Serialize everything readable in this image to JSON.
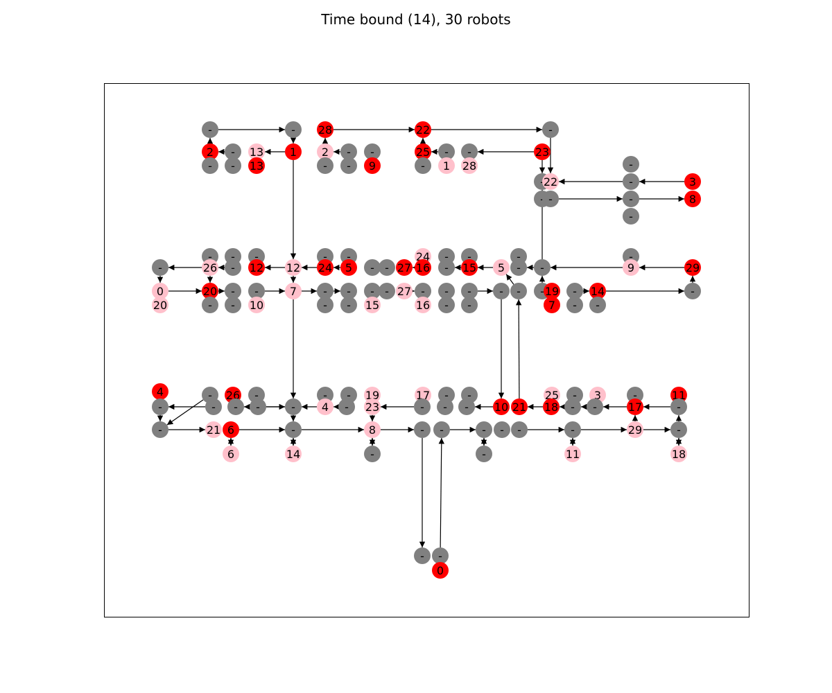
{
  "title": "Time bound (14), 30 robots",
  "colors": {
    "empty": "#808080",
    "robot_current": "#ff0000",
    "robot_goal": "#ffc0cb",
    "edge": "#000000",
    "frame": "#000000"
  },
  "legend_note": "",
  "nodes": {
    "a1": {
      "label": "-",
      "kind": "empty"
    },
    "a2": {
      "label": "-",
      "kind": "empty"
    },
    "a3": {
      "label": "28",
      "kind": "robot_current"
    },
    "a4": {
      "label": "22",
      "kind": "robot_current"
    },
    "a5": {
      "label": "-",
      "kind": "empty"
    },
    "b1": {
      "label": "2",
      "kind": "robot_current"
    },
    "b2": {
      "label": "-",
      "kind": "empty"
    },
    "b3": {
      "label": "13",
      "kind": "robot_goal"
    },
    "b4": {
      "label": "1",
      "kind": "robot_current"
    },
    "b5": {
      "label": "2",
      "kind": "robot_goal"
    },
    "b6": {
      "label": "-",
      "kind": "empty"
    },
    "b7": {
      "label": "-",
      "kind": "empty"
    },
    "b8": {
      "label": "25",
      "kind": "robot_current"
    },
    "b9": {
      "label": "-",
      "kind": "empty"
    },
    "b10": {
      "label": "-",
      "kind": "empty"
    },
    "b11": {
      "label": "23",
      "kind": "robot_current"
    },
    "c1": {
      "label": "-",
      "kind": "empty"
    },
    "c2": {
      "label": "-",
      "kind": "empty"
    },
    "c3": {
      "label": "13",
      "kind": "robot_current"
    },
    "c4": {
      "label": "-",
      "kind": "empty"
    },
    "c5": {
      "label": "-",
      "kind": "empty"
    },
    "c6": {
      "label": "9",
      "kind": "robot_current"
    },
    "c7": {
      "label": "-",
      "kind": "empty"
    },
    "c8": {
      "label": "1",
      "kind": "robot_goal"
    },
    "c9": {
      "label": "28",
      "kind": "robot_goal"
    },
    "d1": {
      "label": "-",
      "kind": "empty"
    },
    "d2": {
      "label": "-",
      "kind": "empty"
    },
    "d3": {
      "label": "22",
      "kind": "robot_goal"
    },
    "d4": {
      "label": "-",
      "kind": "empty"
    },
    "d5": {
      "label": "3",
      "kind": "robot_current"
    },
    "d6": {
      "label": "-",
      "kind": "empty"
    },
    "d7": {
      "label": "-",
      "kind": "empty"
    },
    "d8": {
      "label": "-",
      "kind": "empty"
    },
    "d9": {
      "label": "8",
      "kind": "robot_current"
    },
    "d10": {
      "label": "-",
      "kind": "empty"
    },
    "e1": {
      "label": "-",
      "kind": "empty"
    },
    "e2": {
      "label": "-",
      "kind": "empty"
    },
    "e3": {
      "label": "-",
      "kind": "empty"
    },
    "e4": {
      "label": "-",
      "kind": "empty"
    },
    "e5": {
      "label": "-",
      "kind": "empty"
    },
    "e6": {
      "label": "24",
      "kind": "robot_goal"
    },
    "e7": {
      "label": "-",
      "kind": "empty"
    },
    "e8": {
      "label": "-",
      "kind": "empty"
    },
    "e9": {
      "label": "-",
      "kind": "empty"
    },
    "e10": {
      "label": "-",
      "kind": "empty"
    },
    "f1": {
      "label": "-",
      "kind": "empty"
    },
    "f2": {
      "label": "26",
      "kind": "robot_goal"
    },
    "f3": {
      "label": "-",
      "kind": "empty"
    },
    "f4": {
      "label": "12",
      "kind": "robot_current"
    },
    "f5": {
      "label": "12",
      "kind": "robot_goal"
    },
    "f6": {
      "label": "24",
      "kind": "robot_current"
    },
    "f7": {
      "label": "5",
      "kind": "robot_current"
    },
    "f8": {
      "label": "-",
      "kind": "empty"
    },
    "f9": {
      "label": "-",
      "kind": "empty"
    },
    "f10": {
      "label": "27",
      "kind": "robot_current"
    },
    "f11": {
      "label": "16",
      "kind": "robot_current"
    },
    "f12": {
      "label": "-",
      "kind": "empty"
    },
    "f13": {
      "label": "15",
      "kind": "robot_current"
    },
    "f14": {
      "label": "5",
      "kind": "robot_goal"
    },
    "f15": {
      "label": "-",
      "kind": "empty"
    },
    "f16": {
      "label": "-",
      "kind": "empty"
    },
    "f17": {
      "label": "9",
      "kind": "robot_goal"
    },
    "f18": {
      "label": "29",
      "kind": "robot_current"
    },
    "g1": {
      "label": "0",
      "kind": "robot_goal"
    },
    "g2": {
      "label": "20",
      "kind": "robot_current"
    },
    "g3": {
      "label": "-",
      "kind": "empty"
    },
    "g4": {
      "label": "-",
      "kind": "empty"
    },
    "g5": {
      "label": "7",
      "kind": "robot_goal"
    },
    "g6": {
      "label": "-",
      "kind": "empty"
    },
    "g7": {
      "label": "-",
      "kind": "empty"
    },
    "g8": {
      "label": "-",
      "kind": "empty"
    },
    "g9": {
      "label": "-",
      "kind": "empty"
    },
    "g10": {
      "label": "27",
      "kind": "robot_goal"
    },
    "g11": {
      "label": "-",
      "kind": "empty"
    },
    "g12": {
      "label": "-",
      "kind": "empty"
    },
    "g13": {
      "label": "-",
      "kind": "empty"
    },
    "g14": {
      "label": "-",
      "kind": "empty"
    },
    "g15": {
      "label": "-",
      "kind": "empty"
    },
    "g16": {
      "label": "-",
      "kind": "empty"
    },
    "g17": {
      "label": "19",
      "kind": "robot_current"
    },
    "g18": {
      "label": "-",
      "kind": "empty"
    },
    "g19": {
      "label": "14",
      "kind": "robot_current"
    },
    "g20": {
      "label": "-",
      "kind": "empty"
    },
    "h1": {
      "label": "20",
      "kind": "robot_goal"
    },
    "h2": {
      "label": "-",
      "kind": "empty"
    },
    "h3": {
      "label": "-",
      "kind": "empty"
    },
    "h4": {
      "label": "10",
      "kind": "robot_goal"
    },
    "h5": {
      "label": "-",
      "kind": "empty"
    },
    "h6": {
      "label": "-",
      "kind": "empty"
    },
    "h7": {
      "label": "15",
      "kind": "robot_goal"
    },
    "h8": {
      "label": "16",
      "kind": "robot_goal"
    },
    "h9": {
      "label": "-",
      "kind": "empty"
    },
    "h10": {
      "label": "-",
      "kind": "empty"
    },
    "h11": {
      "label": "7",
      "kind": "robot_current"
    },
    "h12": {
      "label": "-",
      "kind": "empty"
    },
    "h13": {
      "label": "-",
      "kind": "empty"
    },
    "i1": {
      "label": "4",
      "kind": "robot_current"
    },
    "i2": {
      "label": "-",
      "kind": "empty"
    },
    "i3": {
      "label": "26",
      "kind": "robot_current"
    },
    "i4": {
      "label": "-",
      "kind": "empty"
    },
    "i5": {
      "label": "-",
      "kind": "empty"
    },
    "i6": {
      "label": "-",
      "kind": "empty"
    },
    "i7": {
      "label": "19",
      "kind": "robot_goal"
    },
    "i8": {
      "label": "17",
      "kind": "robot_goal"
    },
    "i9": {
      "label": "-",
      "kind": "empty"
    },
    "i10": {
      "label": "-",
      "kind": "empty"
    },
    "i11": {
      "label": "25",
      "kind": "robot_goal"
    },
    "i12": {
      "label": "-",
      "kind": "empty"
    },
    "i13": {
      "label": "3",
      "kind": "robot_goal"
    },
    "i14": {
      "label": "-",
      "kind": "empty"
    },
    "i15": {
      "label": "11",
      "kind": "robot_current"
    },
    "j1": {
      "label": "-",
      "kind": "empty"
    },
    "j2": {
      "label": "-",
      "kind": "empty"
    },
    "j3": {
      "label": "-",
      "kind": "empty"
    },
    "j4": {
      "label": "-",
      "kind": "empty"
    },
    "j5": {
      "label": "-",
      "kind": "empty"
    },
    "j6": {
      "label": "4",
      "kind": "robot_goal"
    },
    "j7": {
      "label": "-",
      "kind": "empty"
    },
    "j8": {
      "label": "23",
      "kind": "robot_goal"
    },
    "j9": {
      "label": "-",
      "kind": "empty"
    },
    "j10": {
      "label": "-",
      "kind": "empty"
    },
    "j11": {
      "label": "-",
      "kind": "empty"
    },
    "j12": {
      "label": "10",
      "kind": "robot_current"
    },
    "j13": {
      "label": "21",
      "kind": "robot_current"
    },
    "j14": {
      "label": "18",
      "kind": "robot_current"
    },
    "j15": {
      "label": "-",
      "kind": "empty"
    },
    "j16": {
      "label": "-",
      "kind": "empty"
    },
    "j17": {
      "label": "17",
      "kind": "robot_current"
    },
    "j18": {
      "label": "-",
      "kind": "empty"
    },
    "k1": {
      "label": "-",
      "kind": "empty"
    },
    "k2": {
      "label": "21",
      "kind": "robot_goal"
    },
    "k3": {
      "label": "6",
      "kind": "robot_current"
    },
    "k4": {
      "label": "-",
      "kind": "empty"
    },
    "k5": {
      "label": "8",
      "kind": "robot_goal"
    },
    "k6": {
      "label": "-",
      "kind": "empty"
    },
    "k7": {
      "label": "-",
      "kind": "empty"
    },
    "k8": {
      "label": "-",
      "kind": "empty"
    },
    "k9": {
      "label": "-",
      "kind": "empty"
    },
    "k10": {
      "label": "-",
      "kind": "empty"
    },
    "k11": {
      "label": "-",
      "kind": "empty"
    },
    "k12": {
      "label": "29",
      "kind": "robot_goal"
    },
    "k13": {
      "label": "-",
      "kind": "empty"
    },
    "l1": {
      "label": "6",
      "kind": "robot_goal"
    },
    "l2": {
      "label": "14",
      "kind": "robot_goal"
    },
    "l3": {
      "label": "-",
      "kind": "empty"
    },
    "l4": {
      "label": "-",
      "kind": "empty"
    },
    "l5": {
      "label": "11",
      "kind": "robot_goal"
    },
    "l6": {
      "label": "18",
      "kind": "robot_goal"
    },
    "m1": {
      "label": "-",
      "kind": "empty"
    },
    "m2": {
      "label": "-",
      "kind": "empty"
    },
    "m3": {
      "label": "0",
      "kind": "robot_current"
    }
  },
  "edges": [
    [
      "a1",
      "a2"
    ],
    [
      "a3",
      "a4"
    ],
    [
      "a4",
      "a5"
    ],
    [
      "a2",
      "b4"
    ],
    [
      "b4",
      "b3"
    ],
    [
      "b1",
      "a1"
    ],
    [
      "b2",
      "b1"
    ],
    [
      "b5",
      "a3"
    ],
    [
      "b6",
      "b5"
    ],
    [
      "b8",
      "a4"
    ],
    [
      "b9",
      "b8"
    ],
    [
      "b11",
      "b10"
    ],
    [
      "b11",
      "d1"
    ],
    [
      "a5",
      "d3"
    ],
    [
      "d6",
      "d3"
    ],
    [
      "d5",
      "d6"
    ],
    [
      "d4",
      "d8"
    ],
    [
      "d8",
      "d9"
    ],
    [
      "f16",
      "d1"
    ],
    [
      "f18",
      "f17"
    ],
    [
      "f17",
      "f16"
    ],
    [
      "g20",
      "f18"
    ],
    [
      "g19",
      "g20"
    ],
    [
      "b4",
      "f5"
    ],
    [
      "f5",
      "f4"
    ],
    [
      "f3",
      "f2"
    ],
    [
      "f2",
      "f1"
    ],
    [
      "f1",
      "g1"
    ],
    [
      "g1",
      "g2"
    ],
    [
      "g2",
      "g3"
    ],
    [
      "f2",
      "g2"
    ],
    [
      "g5",
      "g6"
    ],
    [
      "f5",
      "g5"
    ],
    [
      "g4",
      "g5"
    ],
    [
      "f7",
      "f6"
    ],
    [
      "f6",
      "f5"
    ],
    [
      "f13",
      "f12"
    ],
    [
      "f11",
      "f10"
    ],
    [
      "f14",
      "f13"
    ],
    [
      "f15",
      "f14"
    ],
    [
      "g15",
      "f14"
    ],
    [
      "g16",
      "f16"
    ],
    [
      "f16",
      "f15"
    ],
    [
      "g17",
      "g16"
    ],
    [
      "g18",
      "g19"
    ],
    [
      "g6",
      "g7"
    ],
    [
      "g9",
      "g10"
    ],
    [
      "g10",
      "g11"
    ],
    [
      "g13",
      "g14"
    ],
    [
      "g14",
      "j12"
    ],
    [
      "j13",
      "g15"
    ],
    [
      "g5",
      "j4"
    ],
    [
      "j4",
      "k4"
    ],
    [
      "j4",
      "j3"
    ],
    [
      "j2",
      "i2"
    ],
    [
      "j2",
      "j1"
    ],
    [
      "j1",
      "k1"
    ],
    [
      "k1",
      "k2"
    ],
    [
      "k2",
      "k3"
    ],
    [
      "k3",
      "k4"
    ],
    [
      "k3",
      "l1"
    ],
    [
      "l1",
      "k3"
    ],
    [
      "k4",
      "l2"
    ],
    [
      "l2",
      "k4"
    ],
    [
      "k4",
      "k5"
    ],
    [
      "k5",
      "k6"
    ],
    [
      "k5",
      "l3"
    ],
    [
      "l3",
      "k5"
    ],
    [
      "j8",
      "k5"
    ],
    [
      "j7",
      "j6"
    ],
    [
      "j6",
      "j4"
    ],
    [
      "j9",
      "j8"
    ],
    [
      "j12",
      "j11"
    ],
    [
      "j14",
      "j13"
    ],
    [
      "j15",
      "j14"
    ],
    [
      "j16",
      "j15"
    ],
    [
      "j17",
      "j16"
    ],
    [
      "j18",
      "j17"
    ],
    [
      "k12",
      "j17"
    ],
    [
      "k13",
      "j18"
    ],
    [
      "k6",
      "m1"
    ],
    [
      "m2",
      "k7"
    ],
    [
      "k7",
      "k8"
    ],
    [
      "k8",
      "l4"
    ],
    [
      "l4",
      "k8"
    ],
    [
      "k9",
      "k10"
    ],
    [
      "k10",
      "k11"
    ],
    [
      "k11",
      "k12"
    ],
    [
      "k12",
      "k13"
    ],
    [
      "k11",
      "l5"
    ],
    [
      "l5",
      "k11"
    ],
    [
      "k13",
      "l6"
    ],
    [
      "l6",
      "k13"
    ],
    [
      "j5",
      "j4"
    ],
    [
      "i2",
      "k1"
    ]
  ]
}
